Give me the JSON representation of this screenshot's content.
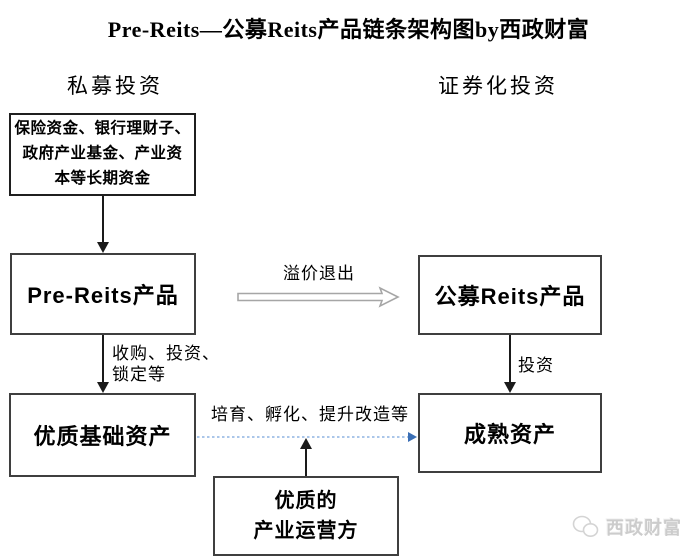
{
  "title": "Pre-Reits—公募Reits产品链条架构图by西政财富",
  "headers": {
    "left": "私募投资",
    "right": "证券化投资"
  },
  "boxes": {
    "funds": {
      "lines": [
        "保险资金、银行理财子、",
        "政府产业基金、产业资",
        "本等长期资金"
      ]
    },
    "pre_reits": "Pre-Reits产品",
    "public_reits": "公募Reits产品",
    "quality_assets": "优质基础资产",
    "mature_assets": "成熟资产",
    "operator": {
      "lines": [
        "优质的",
        "产业运营方"
      ]
    }
  },
  "labels": {
    "premium_exit": "溢价退出",
    "acquire_invest_lock": "收购、投资、锁定等",
    "invest": "投资",
    "cultivate": "培育、孵化、提升改造等"
  },
  "watermark": "西政财富",
  "colors": {
    "box_border": "#3f3f3f",
    "line_black": "#1a1a1a",
    "hollow_arrow_stroke": "#a6a6a6",
    "dashed_line": "#8db3e2",
    "dashed_arrowhead": "#3b6fb5",
    "watermark_gray": "#cccccc"
  }
}
